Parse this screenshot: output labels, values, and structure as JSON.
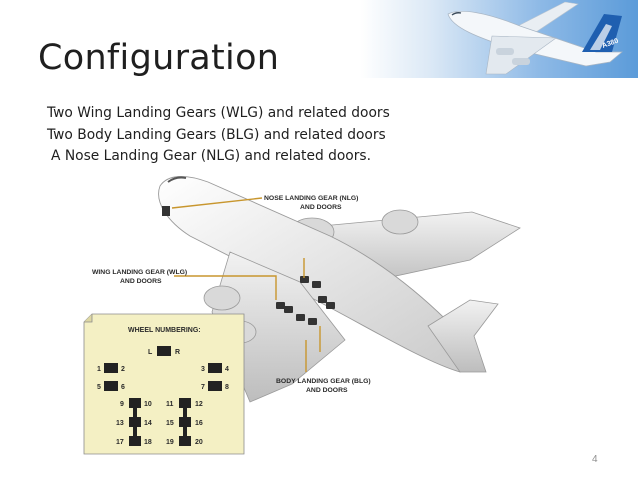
{
  "slide": {
    "title": "Configuration",
    "bullets": [
      "Two Wing Landing Gears (WLG) and related doors",
      "Two Body Landing Gears (BLG) and related doors",
      "A Nose Landing Gear (NLG) and related doors."
    ],
    "page_number": "4"
  },
  "diagram": {
    "labels": {
      "nlg": [
        "NOSE LANDING GEAR (NLG)",
        "AND DOORS"
      ],
      "wlg": [
        "WING LANDING GEAR (WLG)",
        "AND DOORS"
      ],
      "blg": [
        "BODY LANDING GEAR (BLG)",
        "AND DOORS"
      ]
    },
    "wheel_numbering": {
      "title": "WHEEL NUMBERING:",
      "nose": [
        "L",
        "R"
      ],
      "left_wing": [
        [
          "1",
          "2"
        ],
        [
          "5",
          "6"
        ]
      ],
      "right_wing": [
        [
          "3",
          "4"
        ],
        [
          "7",
          "8"
        ]
      ],
      "left_body": [
        [
          "9",
          "10"
        ],
        [
          "13",
          "14"
        ],
        [
          "17",
          "18"
        ]
      ],
      "right_body": [
        [
          "11",
          "12"
        ],
        [
          "15",
          "16"
        ],
        [
          "19",
          "20"
        ]
      ]
    },
    "leader_color": "#c8962e",
    "card_color": "#f4f0c4"
  },
  "banner": {
    "tail_marking": "A380"
  }
}
